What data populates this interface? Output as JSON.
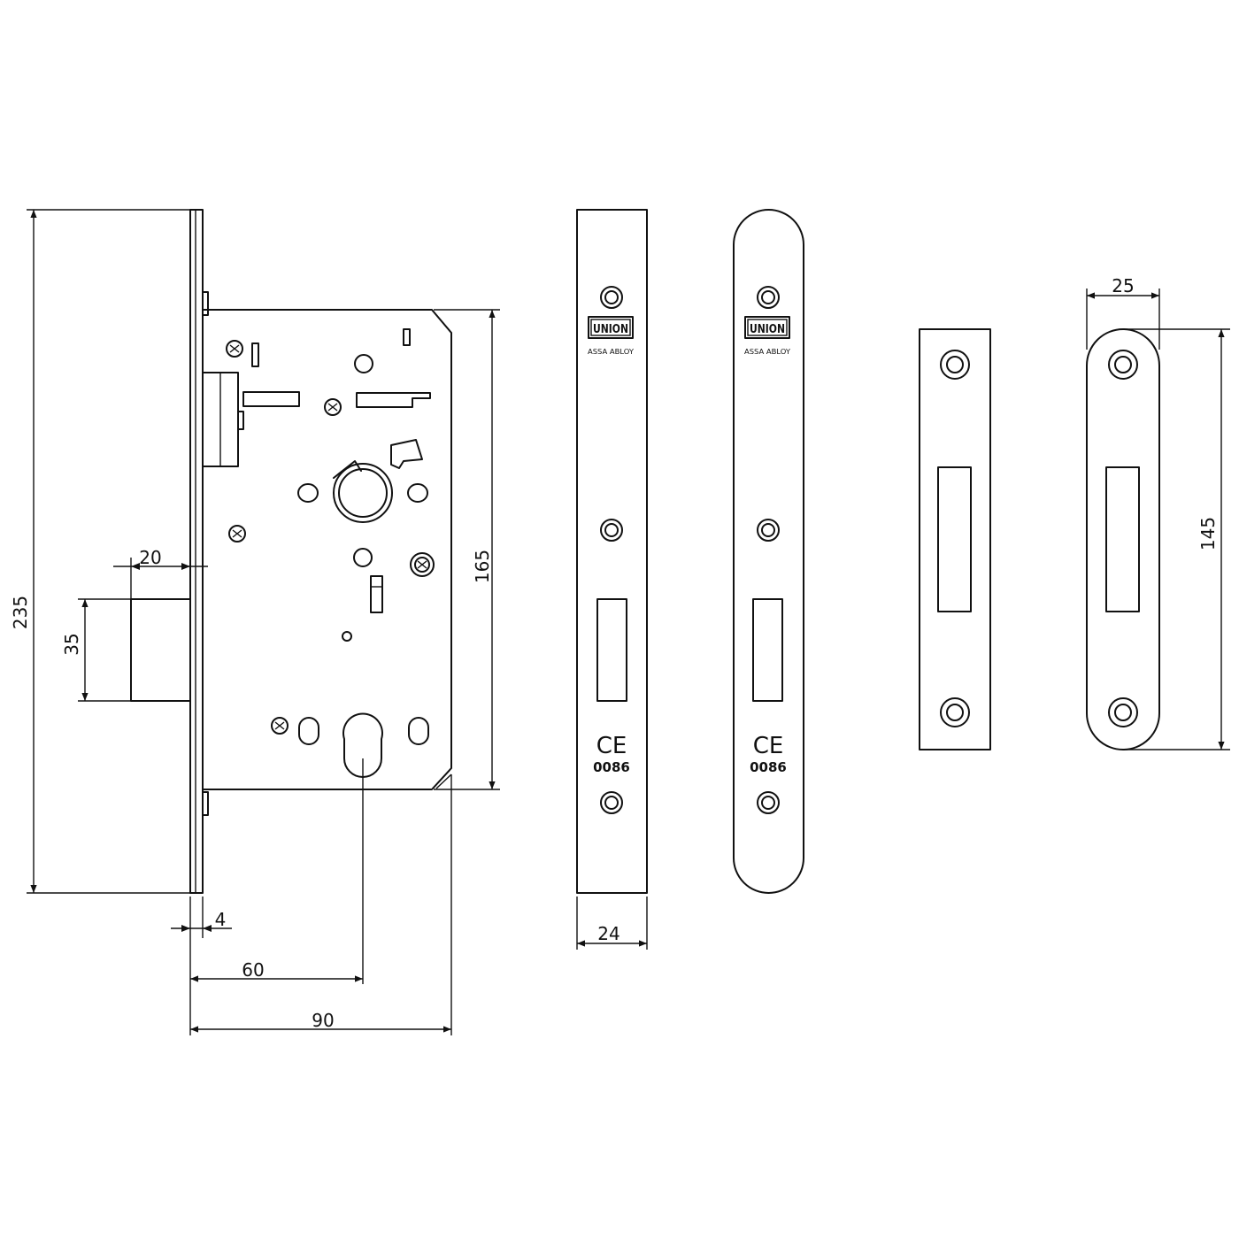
{
  "dimensions": {
    "overall_height": "235",
    "case_height": "165",
    "bolt_projection": "20",
    "bolt_height": "35",
    "forend_thickness": "4",
    "backset": "60",
    "case_depth": "90",
    "forend_width": "24",
    "strike_width": "25",
    "strike_height": "145"
  },
  "forend_markings": {
    "brand": "UNION",
    "parent_brand": "ASSA ABLOY",
    "ce_mark": "CE",
    "notified_body": "0086"
  },
  "colors": {
    "line": "#111111",
    "background": "#ffffff"
  }
}
